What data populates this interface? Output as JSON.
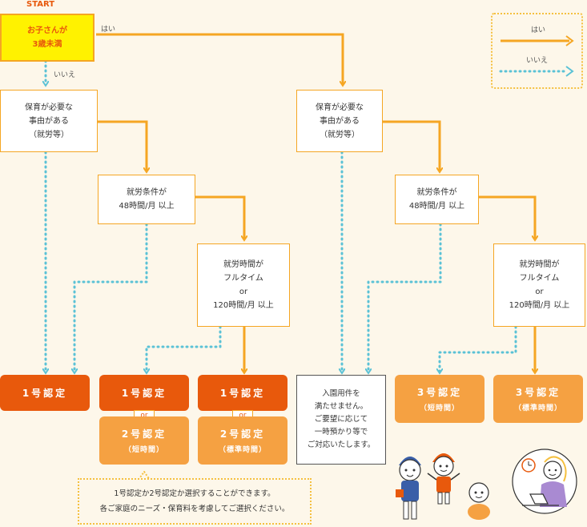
{
  "start": {
    "label": "START",
    "box_text": "お子さんが\n3歳未満"
  },
  "branch": {
    "yes": "はい",
    "no": "いいえ"
  },
  "legend": {
    "yes_label": "はい",
    "no_label": "いいえ",
    "yes_color": "#f5a623",
    "no_color": "#5bc2d6"
  },
  "left_flow": {
    "need": "保育が必要な\n事由がある\n（就労等）",
    "work48": "就労条件が\n48時間/月 以上",
    "fulltime": "就労時間が\nフルタイム\nor\n120時間/月 以上"
  },
  "right_flow": {
    "need": "保育が必要な\n事由がある\n（就労等）",
    "work48": "就労条件が\n48時間/月 以上",
    "fulltime": "就労時間が\nフルタイム\nor\n120時間/月 以上"
  },
  "results": {
    "r1": "1号認定",
    "r2_top": "1号認定",
    "r2_bottom": "2号認定",
    "r2_bottom_sub": "（短時間）",
    "r3_top": "1号認定",
    "r3_bottom": "2号認定",
    "r3_bottom_sub": "（標準時間）",
    "or": "or",
    "not_eligible": "入園用件を\n満たせません。\nご要望に応じて\n一時預かり等で\nご対応いたします。",
    "r5": "3号認定",
    "r5_sub": "（短時間）",
    "r6": "3号認定",
    "r6_sub": "（標準時間）"
  },
  "note": {
    "line1": "1号認定か2号認定か選択することができます。",
    "line2": "各ご家庭のニーズ・保育料を考慮してご選択ください。"
  },
  "colors": {
    "orange_dark": "#e8590c",
    "orange_light": "#f5a142",
    "line_orange": "#f5a623",
    "line_blue": "#5bc2d6",
    "start_fill": "#fff200"
  }
}
